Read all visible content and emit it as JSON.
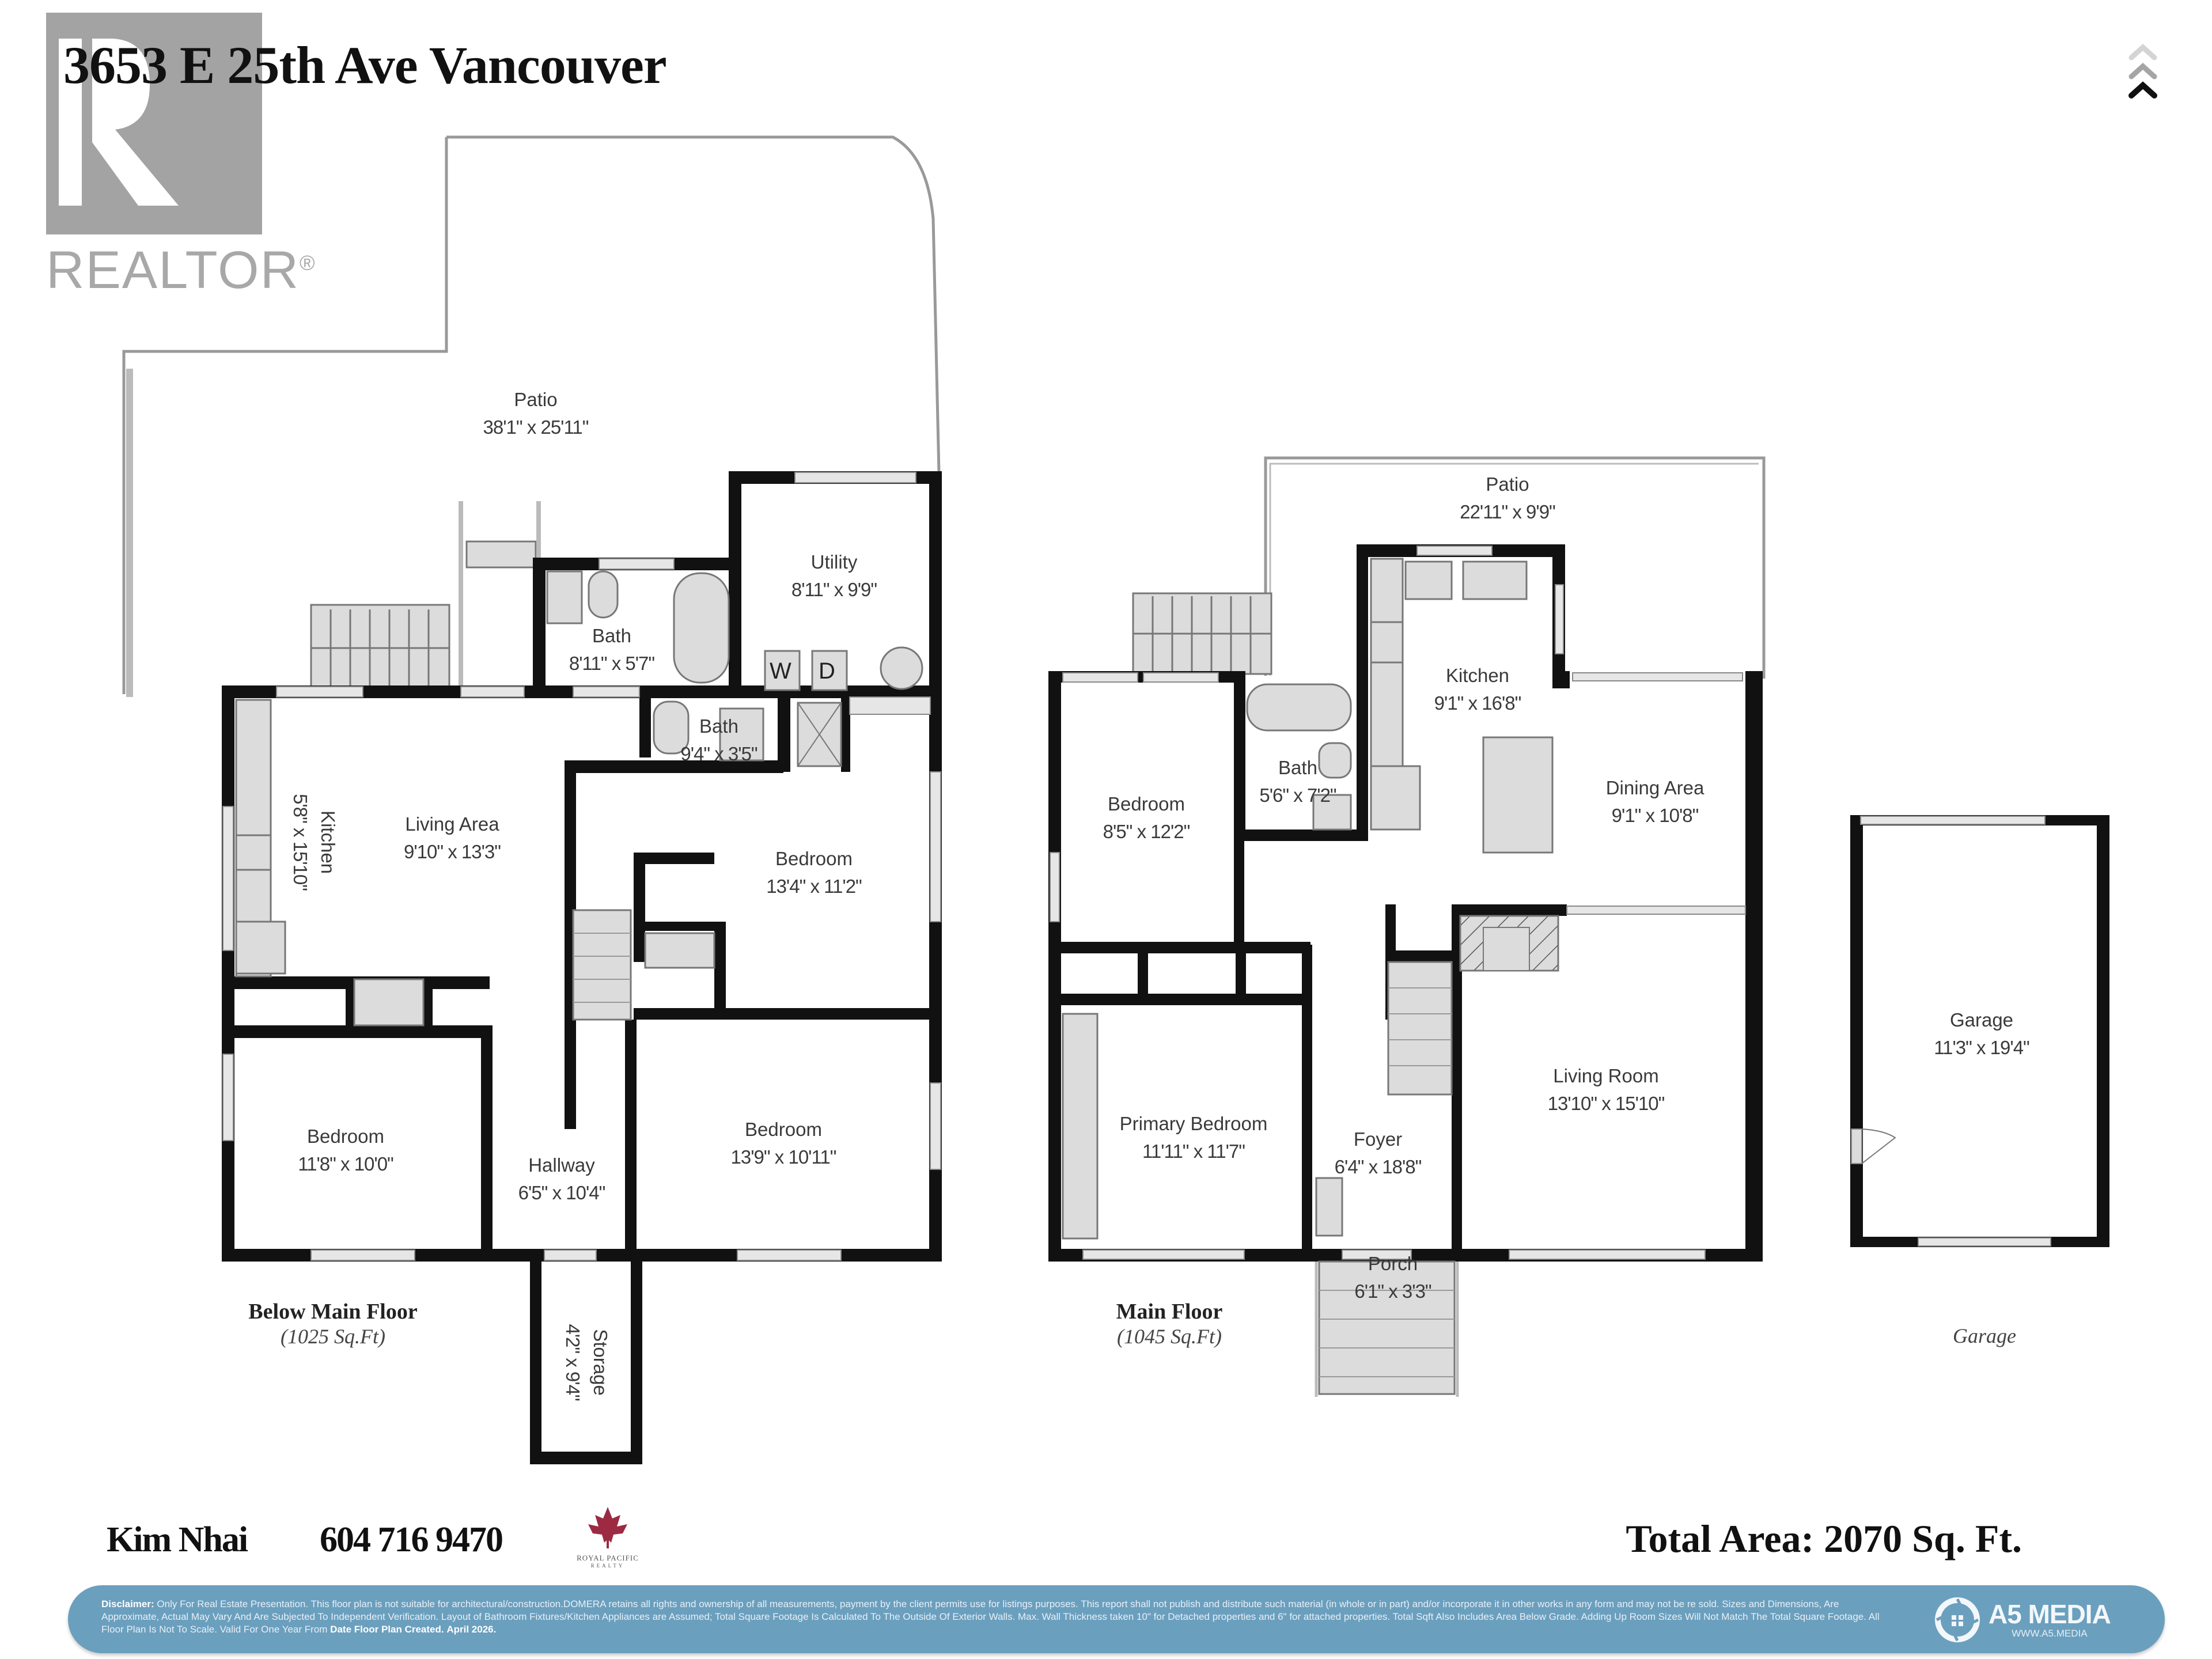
{
  "header": {
    "title": "3653 E 25th Ave Vancouver",
    "logo_text": "REALTOR",
    "logo_mark": "®",
    "scroll_icon": "triple-chevron-up-icon"
  },
  "floors": [
    {
      "name": "Below Main Floor",
      "area": "(1025 Sq.Ft)",
      "rooms": [
        {
          "name": "Patio",
          "dim": "38'1\" x 25'11\""
        },
        {
          "name": "Utility",
          "dim": "8'11\" x 9'9\""
        },
        {
          "name": "Bath",
          "dim": "8'11\" x 5'7\""
        },
        {
          "name": "Bath",
          "dim": "9'4\" x 3'5\""
        },
        {
          "name": "Kitchen",
          "dim": "5'8\" x 15'10\""
        },
        {
          "name": "Living Area",
          "dim": "9'10\" x 13'3\""
        },
        {
          "name": "Bedroom",
          "dim": "13'4\" x 11'2\""
        },
        {
          "name": "Bedroom",
          "dim": "11'8\" x 10'0\""
        },
        {
          "name": "Hallway",
          "dim": "6'5\" x 10'4\""
        },
        {
          "name": "Bedroom",
          "dim": "13'9\" x 10'11\""
        },
        {
          "name": "Storage",
          "dim": "4'2\" x 9'4\""
        }
      ],
      "appliances": {
        "washer": "W",
        "dryer": "D"
      }
    },
    {
      "name": "Main Floor",
      "area": "(1045 Sq.Ft)",
      "rooms": [
        {
          "name": "Patio",
          "dim": "22'11\" x 9'9\""
        },
        {
          "name": "Kitchen",
          "dim": "9'1\" x 16'8\""
        },
        {
          "name": "Bedroom",
          "dim": "8'5\" x 12'2\""
        },
        {
          "name": "Bath",
          "dim": "5'6\" x 7'2\""
        },
        {
          "name": "Dining Area",
          "dim": "9'1\" x 10'8\""
        },
        {
          "name": "Primary Bedroom",
          "dim": "11'11\" x 11'7\""
        },
        {
          "name": "Foyer",
          "dim": "6'4\" x 18'8\""
        },
        {
          "name": "Living Room",
          "dim": "13'10\" x 15'10\""
        },
        {
          "name": "Porch",
          "dim": "6'1\" x 3'3\""
        }
      ]
    },
    {
      "name": "Garage",
      "area": "",
      "rooms": [
        {
          "name": "Garage",
          "dim": "11'3\" x 19'4\""
        }
      ]
    }
  ],
  "footer": {
    "agent_name": "Kim Nhai",
    "agent_phone": "604 716 9470",
    "brokerage_name": "ROYAL PACIFIC",
    "brokerage_sub": "REALTY",
    "total_area": "Total Area: 2070 Sq. Ft.",
    "disclaimer_label": "Disclaimer:",
    "disclaimer_text": "Only For Real Estate Presentation. This floor plan is not suitable for architectural/construction.DOMERA retains all rights and ownership of all measurements, payment by the client permits use for listings purposes. This report shall not publish and distribute such material (in whole or in part) and/or incorporate it in other works in any form and may not be re sold. Sizes and Dimensions, Are Approximate, Actual May Vary And Are Subjected To Independent Verification. Layout of Bathroom Fixtures/Kitchen Appliances are Assumed; Total Square Footage Is Calculated To The Outside Of Exterior Walls. Max. Wall Thickness taken 10\" for Detached properties and 6\" for attached properties. Total Sqft Also Includes Area Below Grade. Adding Up Room Sizes Will Not Match The Total Square Footage. All Floor Plan Is Not To Scale. Valid For One Year From",
    "disclaimer_date_label": "Date Floor Plan Created.",
    "disclaimer_date": "April 2026.",
    "media_brand": "A5 MEDIA",
    "media_url": "WWW.A5.MEDIA",
    "banner_color": "#6b9fbe"
  }
}
